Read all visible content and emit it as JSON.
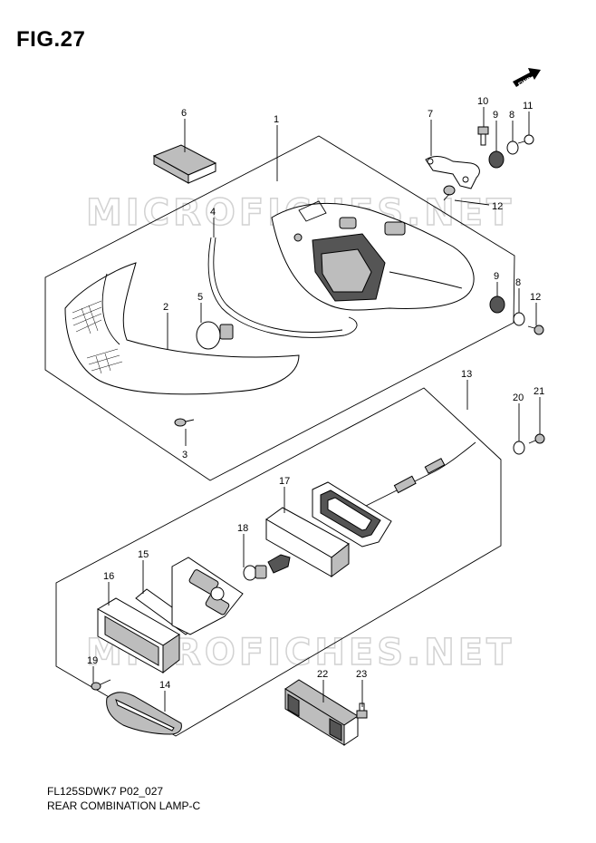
{
  "figure": {
    "title": "FIG.27",
    "code": "FL125SDWK7 P02_027",
    "name": "REAR COMBINATION LAMP-C",
    "watermark": "MICROFICHES.NET",
    "fwd_label": "FWD"
  },
  "callouts": {
    "p1": "1",
    "p2": "2",
    "p3": "3",
    "p4": "4",
    "p5": "5",
    "p6": "6",
    "p7": "7",
    "p8a": "8",
    "p8b": "8",
    "p9a": "9",
    "p9b": "9",
    "p10": "10",
    "p11": "11",
    "p12a": "12",
    "p12b": "12",
    "p13": "13",
    "p14": "14",
    "p15": "15",
    "p16": "16",
    "p17": "17",
    "p18": "18",
    "p19": "19",
    "p20": "20",
    "p21": "21",
    "p22": "22",
    "p23": "23"
  }
}
